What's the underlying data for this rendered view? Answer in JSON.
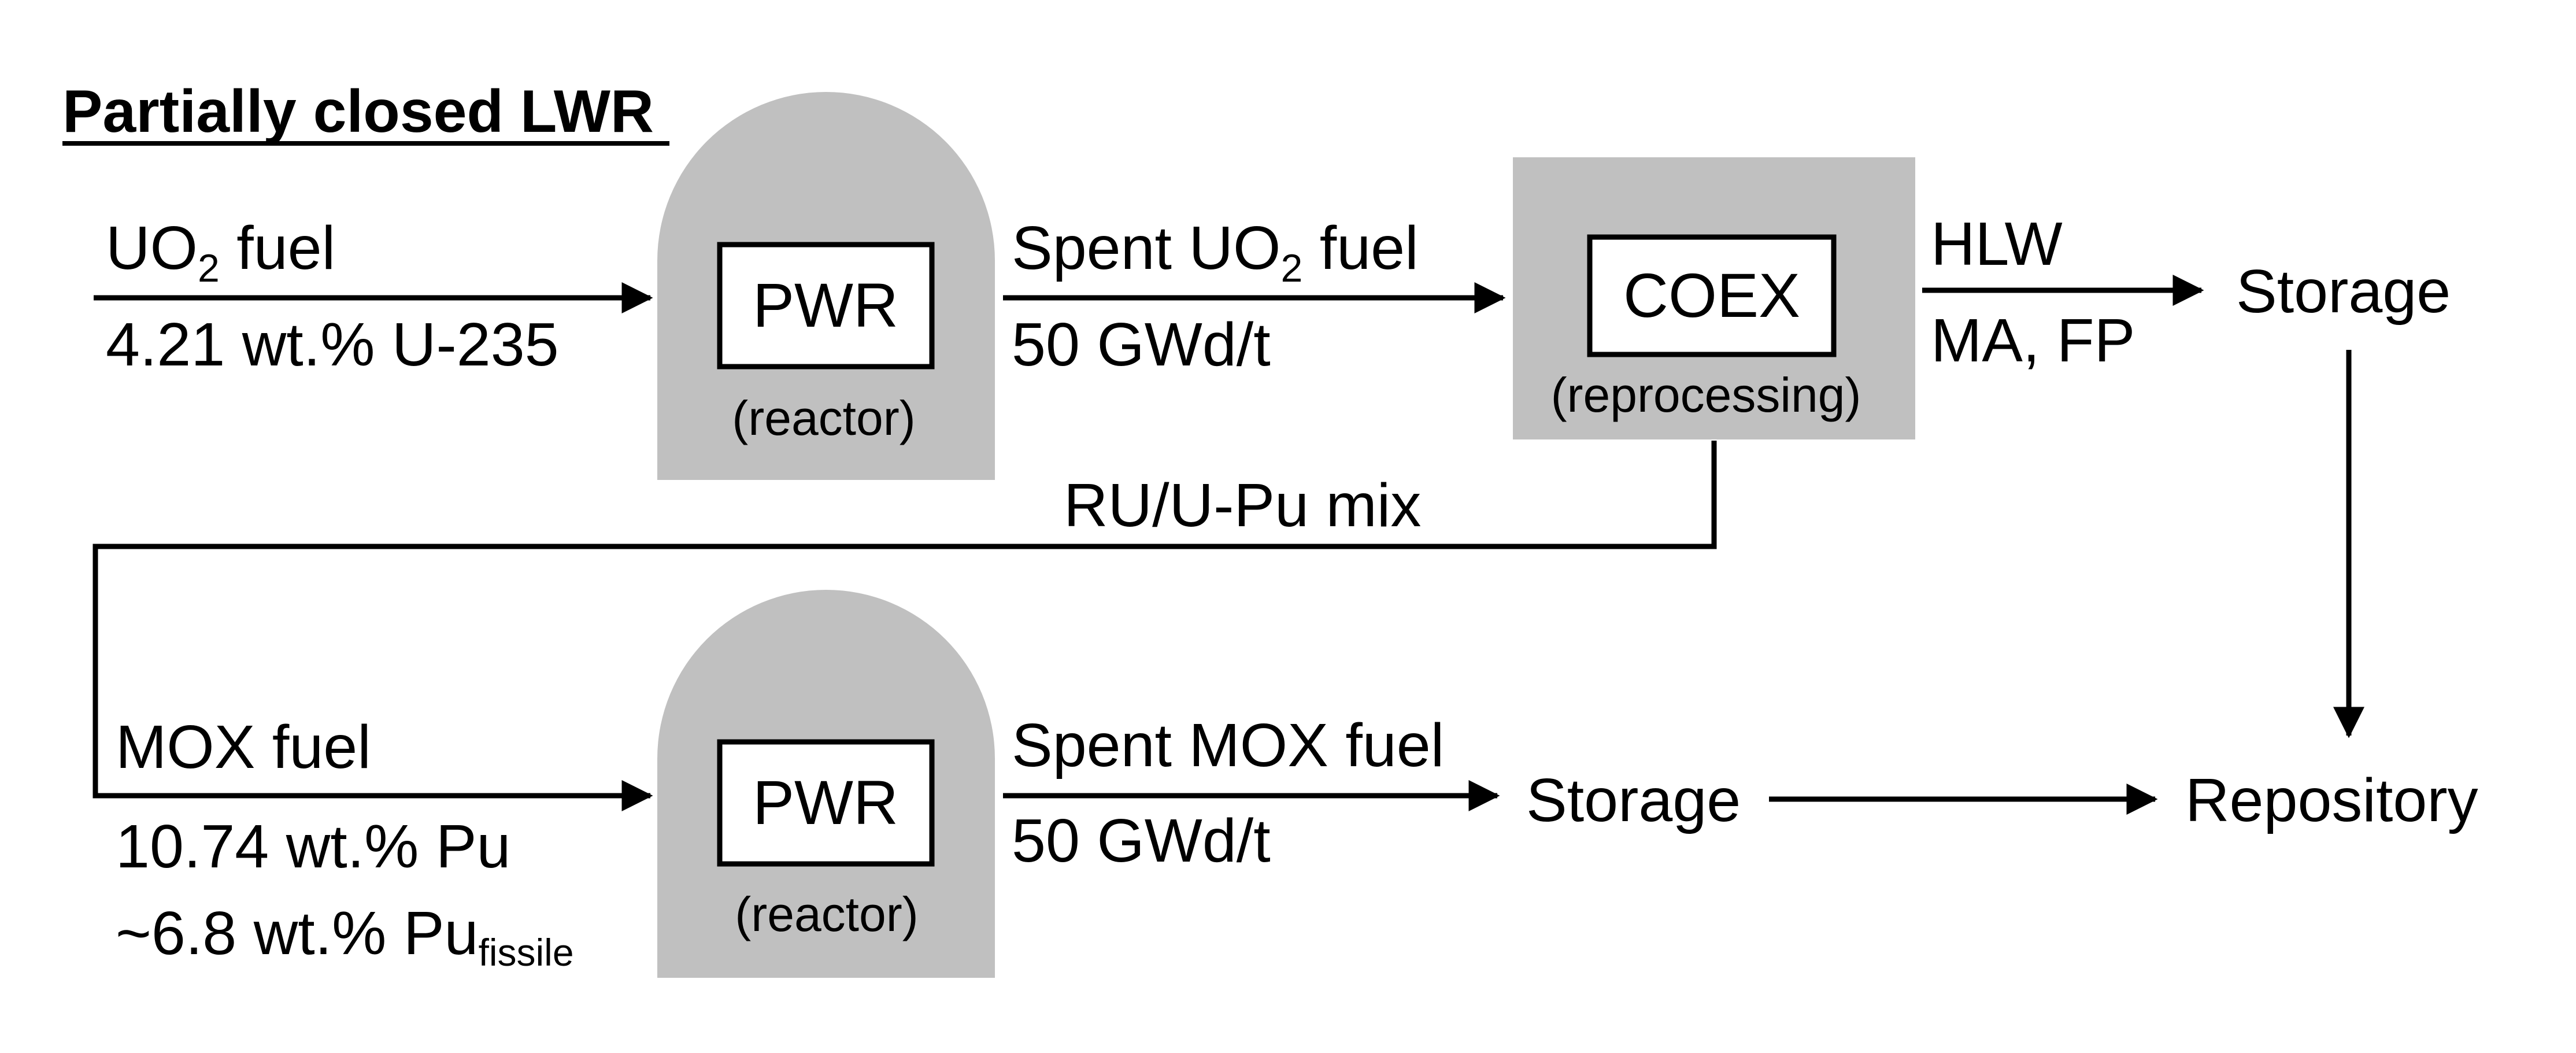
{
  "title": "Partially closed LWR",
  "colors": {
    "shape_fill": "#c0c0c0",
    "line": "#000000",
    "box_fill": "#ffffff"
  },
  "reactor_top": {
    "box_label": "PWR",
    "sub_label": "(reactor)"
  },
  "reactor_bottom": {
    "box_label": "PWR",
    "sub_label": "(reactor)"
  },
  "coex": {
    "box_label": "COEX",
    "sub_label": "(reprocessing)"
  },
  "flow_uo2_fuel": {
    "label_base": "UO",
    "label_sub": "2",
    "label_tail": " fuel",
    "detail": "4.21 wt.% U-235"
  },
  "flow_spent_uo2": {
    "label_base": "Spent UO",
    "label_sub": "2",
    "label_tail": " fuel",
    "detail": "50 GWd/t"
  },
  "flow_hlw": {
    "label": "HLW",
    "detail": "MA, FP"
  },
  "storage_top": {
    "label": "Storage"
  },
  "flow_recycle": {
    "label": "RU/U-Pu mix"
  },
  "flow_mox_fuel": {
    "label": "MOX fuel",
    "detail_1": "10.74 wt.% Pu",
    "detail_2_base": "~6.8 wt.% Pu",
    "detail_2_sub": "fissile"
  },
  "flow_spent_mox": {
    "label": "Spent MOX fuel",
    "detail": "50 GWd/t"
  },
  "storage_bottom": {
    "label": "Storage"
  },
  "repository": {
    "label": "Repository"
  }
}
